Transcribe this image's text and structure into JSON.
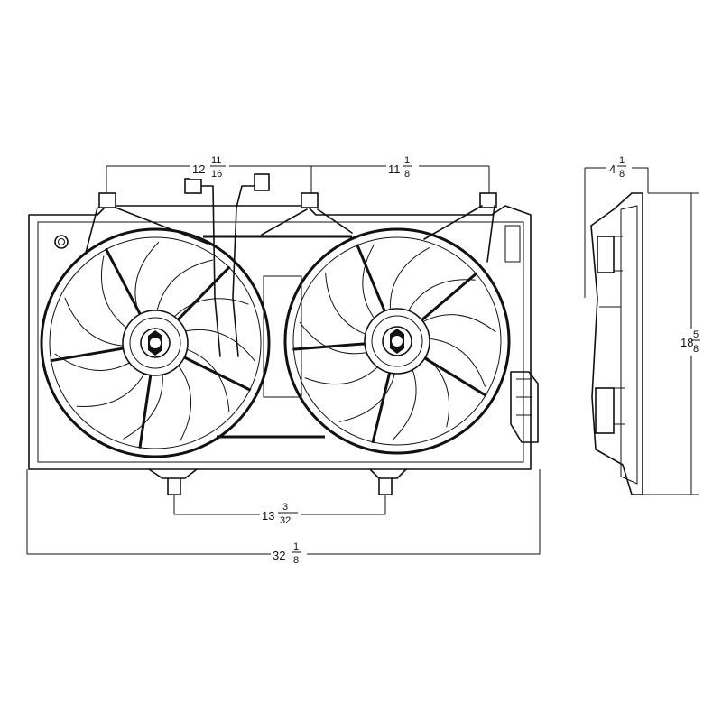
{
  "dimensions": {
    "left_spacing": {
      "whole": "12",
      "num": "11",
      "den": "16"
    },
    "right_spacing": {
      "whole": "11",
      "num": "1",
      "den": "8"
    },
    "depth": {
      "whole": "4",
      "num": "1",
      "den": "8"
    },
    "height": {
      "whole": "18",
      "num": "5",
      "den": "8"
    },
    "mount_spacing": {
      "whole": "13",
      "num": "3",
      "den": "32"
    },
    "overall_width": {
      "whole": "32",
      "num": "1",
      "den": "8"
    }
  },
  "colors": {
    "line": "#111111",
    "background": "#ffffff"
  }
}
